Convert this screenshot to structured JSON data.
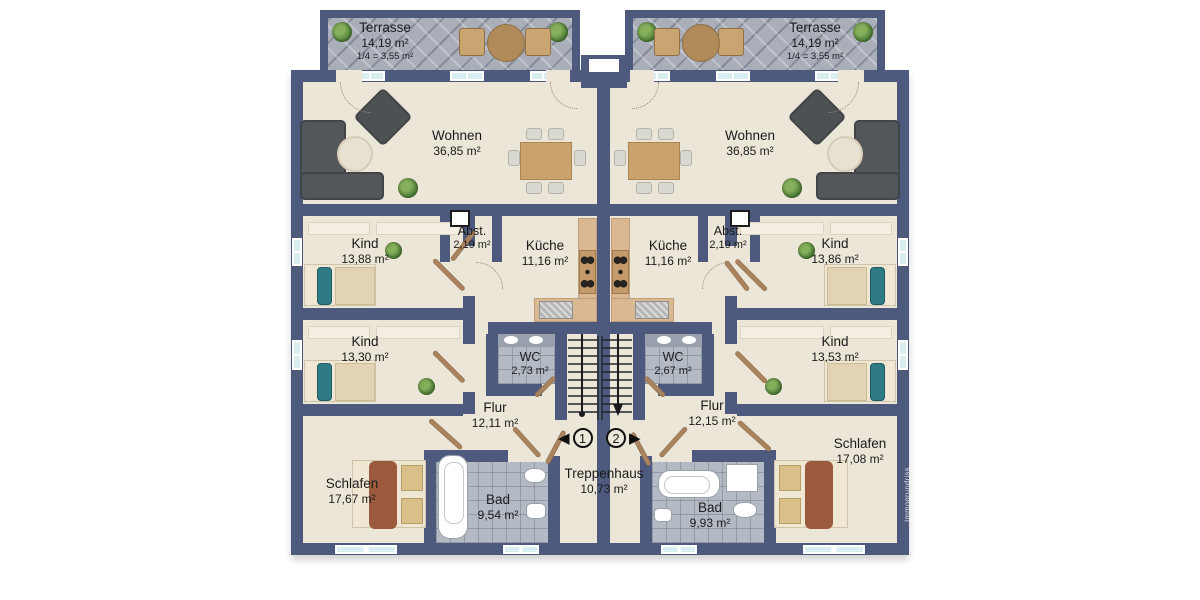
{
  "plan_title": "Obergeschoss Zweifamilienhaus (floor plan)",
  "watermark": "Immogrundriss",
  "colors": {
    "wall": "#4e5a7d",
    "floor": "#ebe6d8",
    "terrace_tile": "#a9aeb9",
    "bath_tile": "#b4bac4",
    "window_glass": "#d8eef0",
    "wood_counter": "#d9b893",
    "dining_table": "#c9a26d",
    "sofa": "#54575a",
    "accent_teal": "#2e7b85",
    "blanket_brown": "#9b5a3e",
    "door_leaf": "#a9835d"
  },
  "terrace_left": {
    "name": "Terrasse",
    "area": "14,19 m²",
    "note": "1/4 = 3,55 m²"
  },
  "terrace_right": {
    "name": "Terrasse",
    "area": "14,19 m²",
    "note": "1/4 = 3,55 m²"
  },
  "center": {
    "treppenhaus": {
      "name": "Treppenhaus",
      "area": "10,73 m²"
    },
    "marker1": "1",
    "marker2": "2",
    "marker1_arrow": "◀",
    "marker2_arrow": "▶"
  },
  "unit_left": {
    "wohnen": {
      "name": "Wohnen",
      "area": "36,85 m²"
    },
    "kind1": {
      "name": "Kind",
      "area": "13,88 m²"
    },
    "abst": {
      "name": "Abst.",
      "area": "2,19 m²"
    },
    "kueche": {
      "name": "Küche",
      "area": "11,16 m²"
    },
    "kind2": {
      "name": "Kind",
      "area": "13,30 m²"
    },
    "wc": {
      "name": "WC",
      "area": "2,73 m²"
    },
    "flur": {
      "name": "Flur",
      "area": "12,11 m²"
    },
    "schlafen": {
      "name": "Schlafen",
      "area": "17,67 m²"
    },
    "bad": {
      "name": "Bad",
      "area": "9,54 m²"
    }
  },
  "unit_right": {
    "wohnen": {
      "name": "Wohnen",
      "area": "36,85 m²"
    },
    "kind1": {
      "name": "Kind",
      "area": "13,86 m²"
    },
    "abst": {
      "name": "Abst.",
      "area": "2,19 m²"
    },
    "kueche": {
      "name": "Küche",
      "area": "11,16 m²"
    },
    "kind2": {
      "name": "Kind",
      "area": "13,53 m²"
    },
    "wc": {
      "name": "WC",
      "area": "2,67 m²"
    },
    "flur": {
      "name": "Flur",
      "area": "12,15 m²"
    },
    "schlafen": {
      "name": "Schlafen",
      "area": "17,08 m²"
    },
    "bad": {
      "name": "Bad",
      "area": "9,93 m²"
    }
  }
}
